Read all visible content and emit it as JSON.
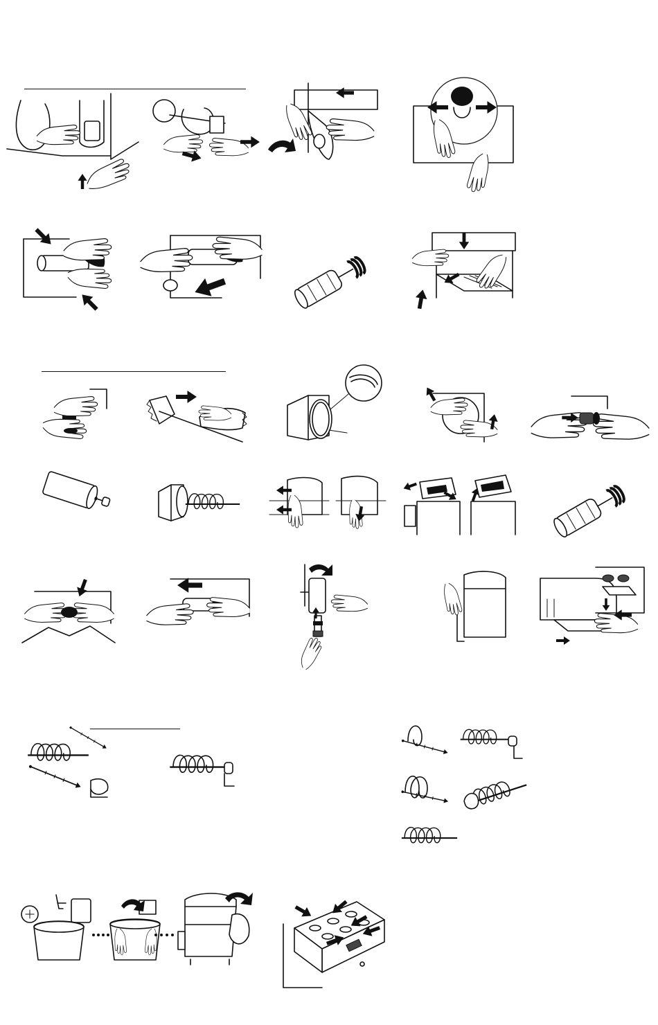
{
  "page": {
    "type": "illustrated-instructions",
    "printed_text": [],
    "sections": [
      {
        "id": "section-1",
        "figure_count": 8
      },
      {
        "id": "section-2",
        "figure_count": 15
      },
      {
        "id": "section-3",
        "figure_count": 7
      },
      {
        "id": "section-4",
        "figure_count": 4
      }
    ]
  },
  "icons": {
    "arrow": "black-arrow-icon",
    "hand": "hand-icon",
    "auger": "auger-spiral-icon",
    "cylinder": "cylinder-icon",
    "rod": "connecting-rod-icon",
    "dots": "ellipsis-dots-icon"
  },
  "colors": {
    "ink": "#111111",
    "paper": "#ffffff"
  }
}
